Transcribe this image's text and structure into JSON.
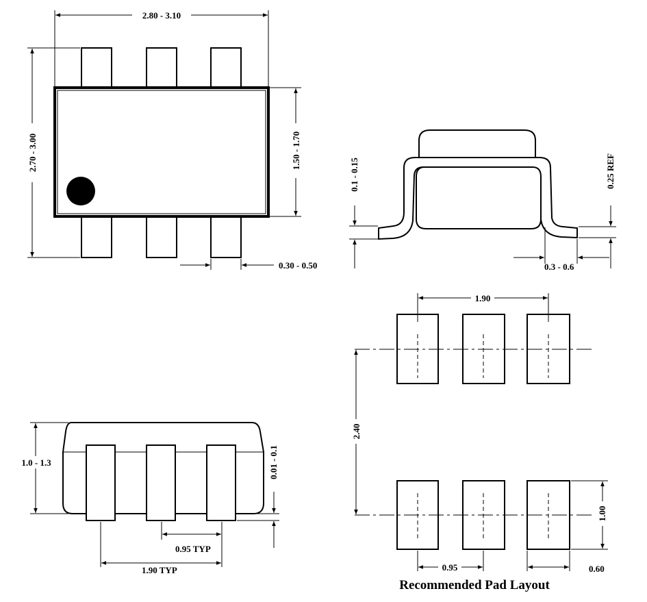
{
  "top_view": {
    "width": "2.80 - 3.10",
    "height": "2.70 - 3.00",
    "body_height": "1.50 - 1.70",
    "lead_width": "0.30 - 0.50"
  },
  "side_view": {
    "standoff": "0.1 - 0.15",
    "lead_thickness": "0.25 REF",
    "lead_length": "0.3 - 0.6"
  },
  "front_view": {
    "height": "1.0 - 1.3",
    "standoff": "0.01 - 0.1",
    "pitch": "0.95 TYP",
    "pitch2": "1.90 TYP"
  },
  "pad_layout": {
    "title": "Recommended Pad Layout",
    "pitch2": "1.90",
    "row_spacing": "2.40",
    "pad_length": "1.00",
    "pitch": "0.95",
    "pad_width": "0.60"
  }
}
